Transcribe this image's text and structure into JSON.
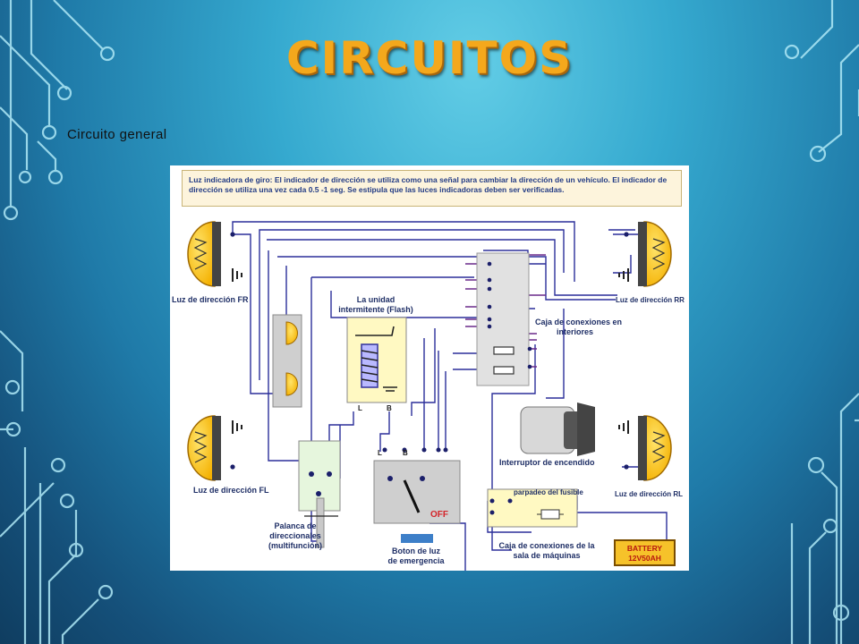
{
  "slide": {
    "title": "CIRCUITOS",
    "subtitle": "Circuito general"
  },
  "diagram": {
    "note": "Luz indicadora de giro: El indicador de dirección se utiliza como una señal para cambiar la dirección de un vehículo. El indicador de dirección se utiliza una vez cada 0.5 -1 seg. Se estipula que las luces indicadoras deben ser verificadas.",
    "labels": {
      "fr": "Luz de dirección FR",
      "rr": "Luz de dirección RR",
      "fl": "Luz de dirección FL",
      "rl": "Luz de dirección RL",
      "flash_1": "La unidad",
      "flash_2": "intermitente (Flash)",
      "junction_interior_1": "Caja de conexiones en",
      "junction_interior_2": "interiores",
      "ignition": "Interruptor de encendido",
      "fuse": "parpadeo del fusible",
      "lever_1": "Palanca de",
      "lever_2": "direccionales",
      "lever_3": "(multifunción)",
      "emergency_1": "Boton de luz",
      "emergency_2": "de emergencia",
      "junction_engine_1": "Caja de conexiones de la",
      "junction_engine_2": "sala de máquinas",
      "battery_1": "BATTERY",
      "battery_2": "12V50AH",
      "off": "OFF",
      "term_l_flash": "L",
      "term_b_flash": "B",
      "term_l_switch": "L",
      "term_b_switch": "B"
    }
  }
}
